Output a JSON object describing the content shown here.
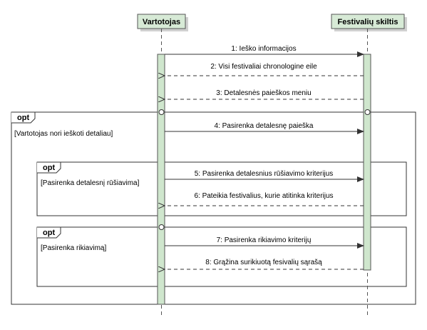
{
  "participants": {
    "user": {
      "label": "Vartotojas"
    },
    "system": {
      "label": "Festivalių skiltis"
    }
  },
  "colors": {
    "participant_fill": "#d7ead6",
    "activation_fill": "#cfe6cd",
    "line": "#000000"
  },
  "messages": {
    "m1": "1: Ieško informacijos",
    "m2": "2: Visi festivaliai chronologine eile",
    "m3": "3: Detalesnės paieškos meniu",
    "m4": "4: Pasirenka detalesnę paieška",
    "m5": "5: Pasirenka detalesnius rūšiavimo kriterijus",
    "m6": "6: Pateikia festivalius, kurie atitinka kriterijus",
    "m7": "7: Pasirenka rikiavimo kriterijų",
    "m8": "8: Grąžina surikiuotą fesivalių sąrašą"
  },
  "fragments": {
    "outer": {
      "keyword": "opt",
      "guard": "[Vartotojas nori ieškoti detaliau]"
    },
    "sort": {
      "keyword": "opt",
      "guard": "[Pasirenka detalesnį rūšiavima]"
    },
    "order": {
      "keyword": "opt",
      "guard": "[Pasirenka rikiavimą]"
    }
  }
}
